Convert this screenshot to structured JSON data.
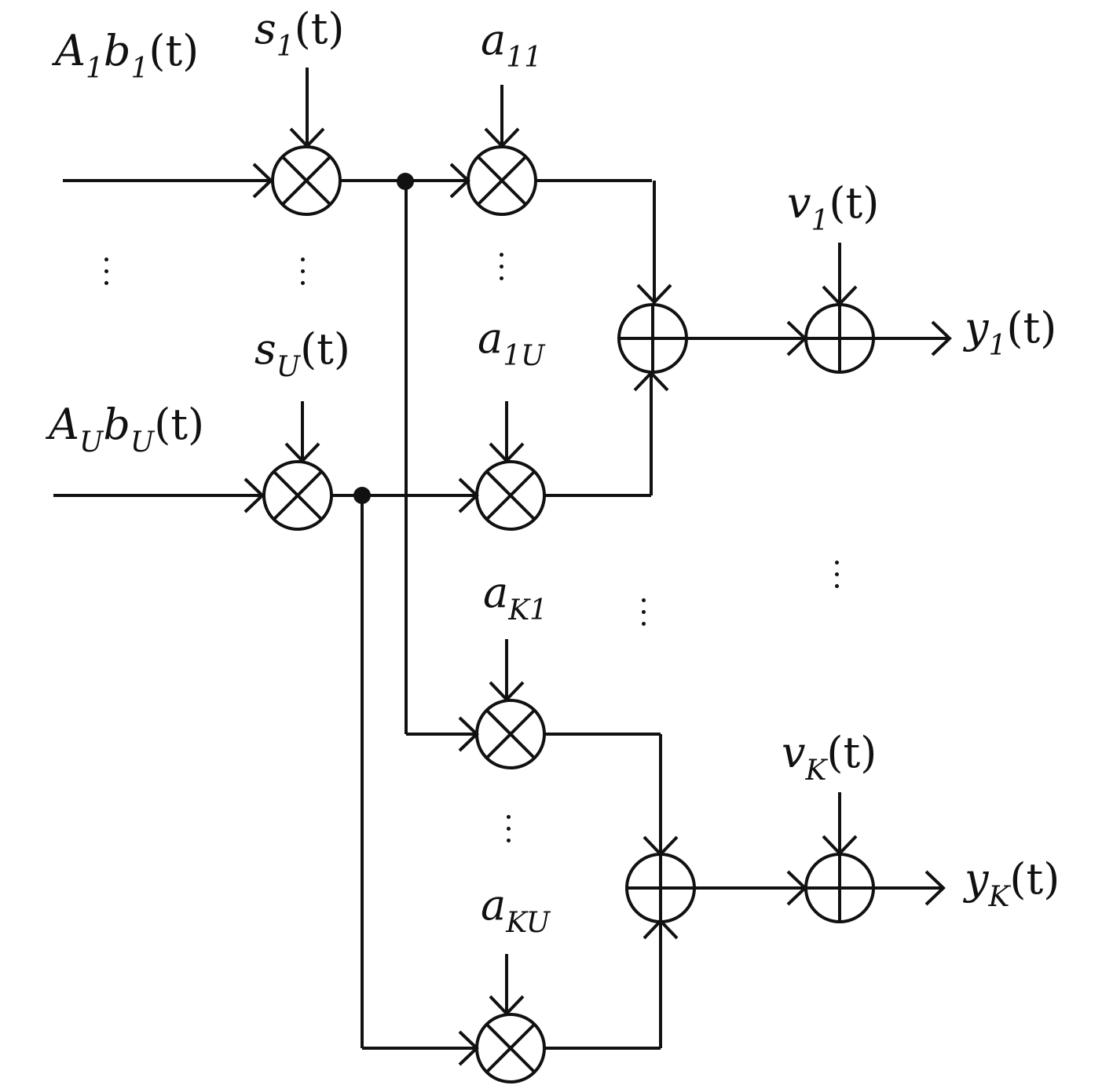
{
  "labels": {
    "input_1": {
      "base": "A",
      "sub1": "1",
      "base2": "b",
      "sub2": "1",
      "arg": "(t)"
    },
    "input_U": {
      "base": "A",
      "sub1": "U",
      "base2": "b",
      "sub2": "U",
      "arg": "(t)"
    },
    "s_1": {
      "base": "s",
      "sub": "1",
      "arg": "(t)"
    },
    "s_U": {
      "base": "s",
      "sub": "U",
      "arg": "(t)"
    },
    "a_11": {
      "base": "a",
      "sub": "11"
    },
    "a_1U": {
      "base": "a",
      "sub": "1U"
    },
    "a_K1": {
      "base": "a",
      "sub": "K1"
    },
    "a_KU": {
      "base": "a",
      "sub": "KU"
    },
    "v_1": {
      "base": "v",
      "sub": "1",
      "arg": "(t)"
    },
    "v_K": {
      "base": "v",
      "sub": "K",
      "arg": "(t)"
    },
    "y_1": {
      "base": "y",
      "sub": "1",
      "arg": "(t)"
    },
    "y_K": {
      "base": "y",
      "sub": "K",
      "arg": "(t)"
    }
  }
}
